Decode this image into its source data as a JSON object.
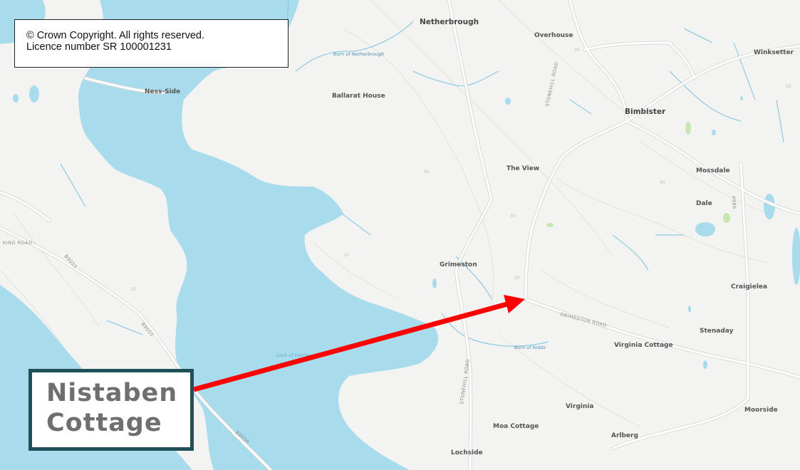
{
  "copyright": {
    "line1": "© Crown Copyright. All rights reserved.",
    "line2": "Licence number SR 100001231"
  },
  "callout": {
    "line1": "Nistaben",
    "line2": "Cottage"
  },
  "colors": {
    "water": "#a8dced",
    "land": "#f3f3f1",
    "road": "#ffffff",
    "arrow": "#ff0000",
    "callout_border": "#1f4f57"
  },
  "places": {
    "netherbrough": "Netherbrough",
    "overhouse": "Overhouse",
    "winksetter": "Winksetter",
    "bimbister": "Bimbister",
    "ballarat": "Ballarat House",
    "ness_side": "Ness-Side",
    "the_view": "The View",
    "mossdale": "Mossdale",
    "dale": "Dale",
    "grimeston": "Grimeston",
    "craigielea": "Craigielea",
    "stenaday": "Stenaday",
    "virginia_cottage": "Virginia Cottage",
    "virginia": "Virginia",
    "moa_cottage": "Moa Cottage",
    "moorside": "Moorside",
    "arlberg": "Arlberg",
    "lochside": "Lochside"
  },
  "roads": {
    "stonehill_north": "STONEHILL ROAD",
    "stonehill_south": "STONEHILL ROAD",
    "grimeston_road": "GRIMESTON ROAD",
    "king_road": "KING ROAD",
    "a986": "A986",
    "b9055_a": "B9055",
    "b9055_b": "B9055",
    "b9056": "B9056"
  },
  "water": {
    "burn_netherbrough": "Burn of Netherbrough",
    "burn_ridds": "Burn of Ridds",
    "loch_harray": "Loch of Harray"
  },
  "contours": {
    "c30a": "30",
    "c30b": "30",
    "c20a": "20",
    "c20b": "20",
    "c10a": "10",
    "c40": "40",
    "c50": "50",
    "c60": "60"
  }
}
